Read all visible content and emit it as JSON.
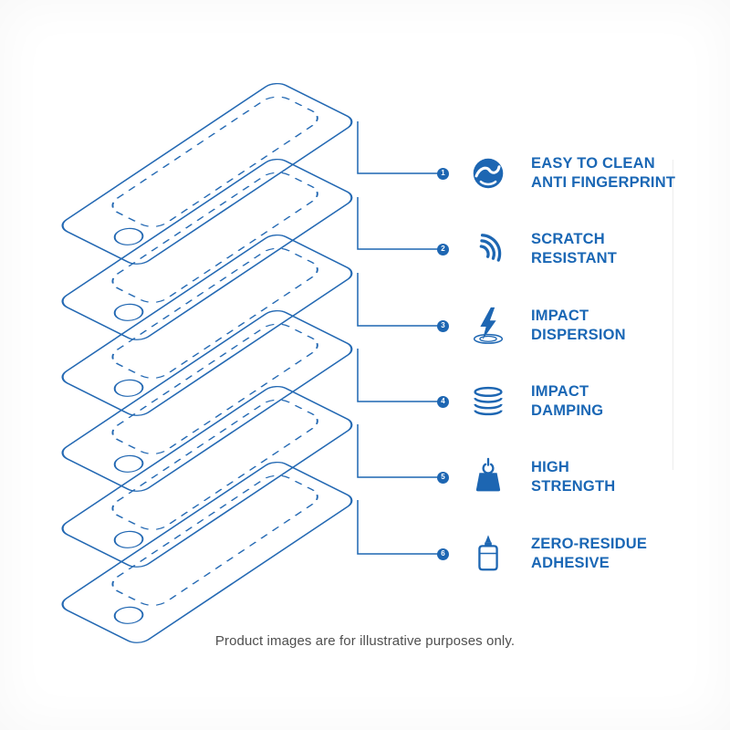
{
  "colors": {
    "accent_blue": "#1d66b2",
    "label_blue": "#1a67b5",
    "footer_gray": "#4f4f4f",
    "background": "#ffffff"
  },
  "diagram": {
    "layer_count": 6,
    "features": [
      {
        "number": "1",
        "icon": "clean-sphere-icon",
        "line1": "EASY TO CLEAN",
        "line2": "ANTI FINGERPRINT"
      },
      {
        "number": "2",
        "icon": "scratch-resistant-icon",
        "line1": "SCRATCH",
        "line2": "RESISTANT"
      },
      {
        "number": "3",
        "icon": "impact-dispersion-icon",
        "line1": "IMPACT",
        "line2": "DISPERSION"
      },
      {
        "number": "4",
        "icon": "impact-damping-icon",
        "line1": "IMPACT",
        "line2": "DAMPING"
      },
      {
        "number": "5",
        "icon": "high-strength-icon",
        "line1": "HIGH",
        "line2": "STRENGTH"
      },
      {
        "number": "6",
        "icon": "adhesive-bottle-icon",
        "line1": "ZERO-RESIDUE",
        "line2": "ADHESIVE"
      }
    ]
  },
  "footer": {
    "disclaimer": "Product images are for illustrative purposes only."
  }
}
